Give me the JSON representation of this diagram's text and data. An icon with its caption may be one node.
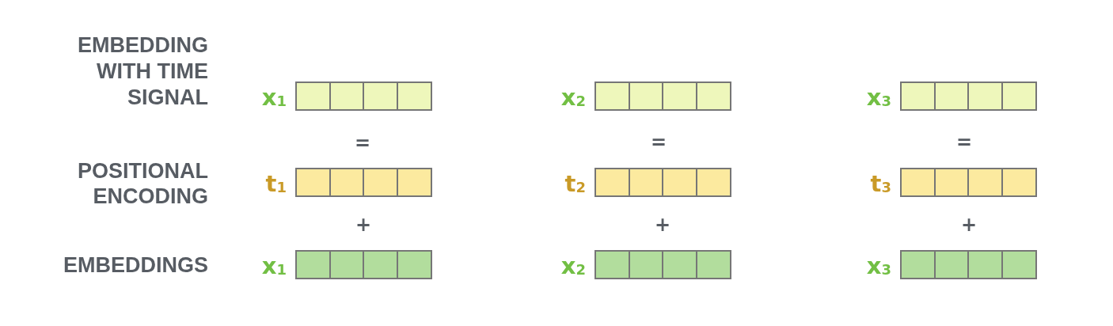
{
  "diagram": {
    "nodes": [
      {
        "text": [],
        "shape": "bar",
        "beside": [
          "x$_{1}$"
        ]
      },
      {
        "text": [],
        "shape": "bar",
        "beside": [
          "x$_{2}$"
        ]
      },
      {
        "text": [],
        "shape": "bar",
        "beside": [
          "x$_{3}$"
        ]
      },
      {
        "text": [],
        "shape": "bar",
        "beside": [
          "t$_{1}$"
        ]
      },
      {
        "text": [],
        "shape": "bar",
        "beside": [
          "t$_{2}$"
        ]
      },
      {
        "text": [],
        "shape": "bar",
        "beside": [
          "t$_{3}$"
        ]
      },
      {
        "text": [],
        "shape": "bar",
        "beside": [
          "x$_{1}$"
        ]
      },
      {
        "text": [],
        "shape": "bar",
        "beside": [
          "x$_{2}$"
        ]
      },
      {
        "text": [],
        "shape": "bar",
        "beside": [
          "x$_{3}$"
        ]
      }
    ],
    "labels": [
      "EMBEDDING WITH TIME SIGNAL",
      "=",
      "=",
      "=",
      "POSITIONAL ENCODING",
      "+",
      "+",
      "+",
      "EMBEDDINGS"
    ]
  }
}
